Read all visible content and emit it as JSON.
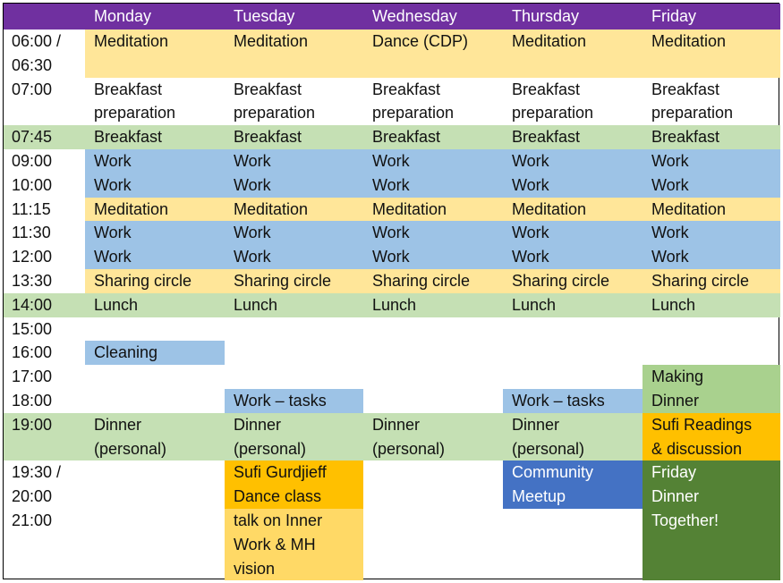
{
  "header": {
    "days": [
      "Monday",
      "Tuesday",
      "Wednesday",
      "Thursday",
      "Friday"
    ]
  },
  "times": [
    "06:00 /",
    "06:30",
    "07:00",
    "07:45",
    "09:00",
    "10:00",
    "11:15",
    "11:30",
    "12:00",
    "13:30",
    "14:00",
    "15:00",
    "16:00",
    "17:00",
    "18:00",
    "19:00",
    "19:30 /",
    "20:00",
    "21:00"
  ],
  "events": {
    "meditation_am": [
      "Meditation",
      "Meditation",
      "Dance (CDP)",
      "Meditation",
      "Meditation"
    ],
    "breakfast_prep": [
      "Breakfast",
      "preparation"
    ],
    "breakfast": "Breakfast",
    "work": "Work",
    "meditation": "Meditation",
    "sharing": "Sharing circle",
    "lunch": "Lunch",
    "cleaning": "Cleaning",
    "work_tasks": "Work – tasks",
    "making_dinner": [
      "Making",
      "Dinner"
    ],
    "dinner": [
      "Dinner",
      "(personal)"
    ],
    "sufi_readings": [
      "Sufi Readings",
      "& discussion"
    ],
    "sufi_dance": [
      "Sufi Gurdjieff",
      "Dance class"
    ],
    "community": [
      "Community",
      "Meetup"
    ],
    "friday_dinner": [
      "Friday",
      "Dinner",
      "Together!"
    ],
    "talk": [
      "talk on Inner",
      "Work & MH",
      "vision"
    ]
  },
  "colors": {
    "header": "#7030A0",
    "meditation": "#FFE699",
    "meal": "#C5E0B4",
    "work": "#9DC3E6",
    "making_dinner": "#A9D18E",
    "sufi": "#FFC000",
    "community": "#4472C4",
    "friday_dinner": "#548235",
    "talk": "#FFD966"
  }
}
